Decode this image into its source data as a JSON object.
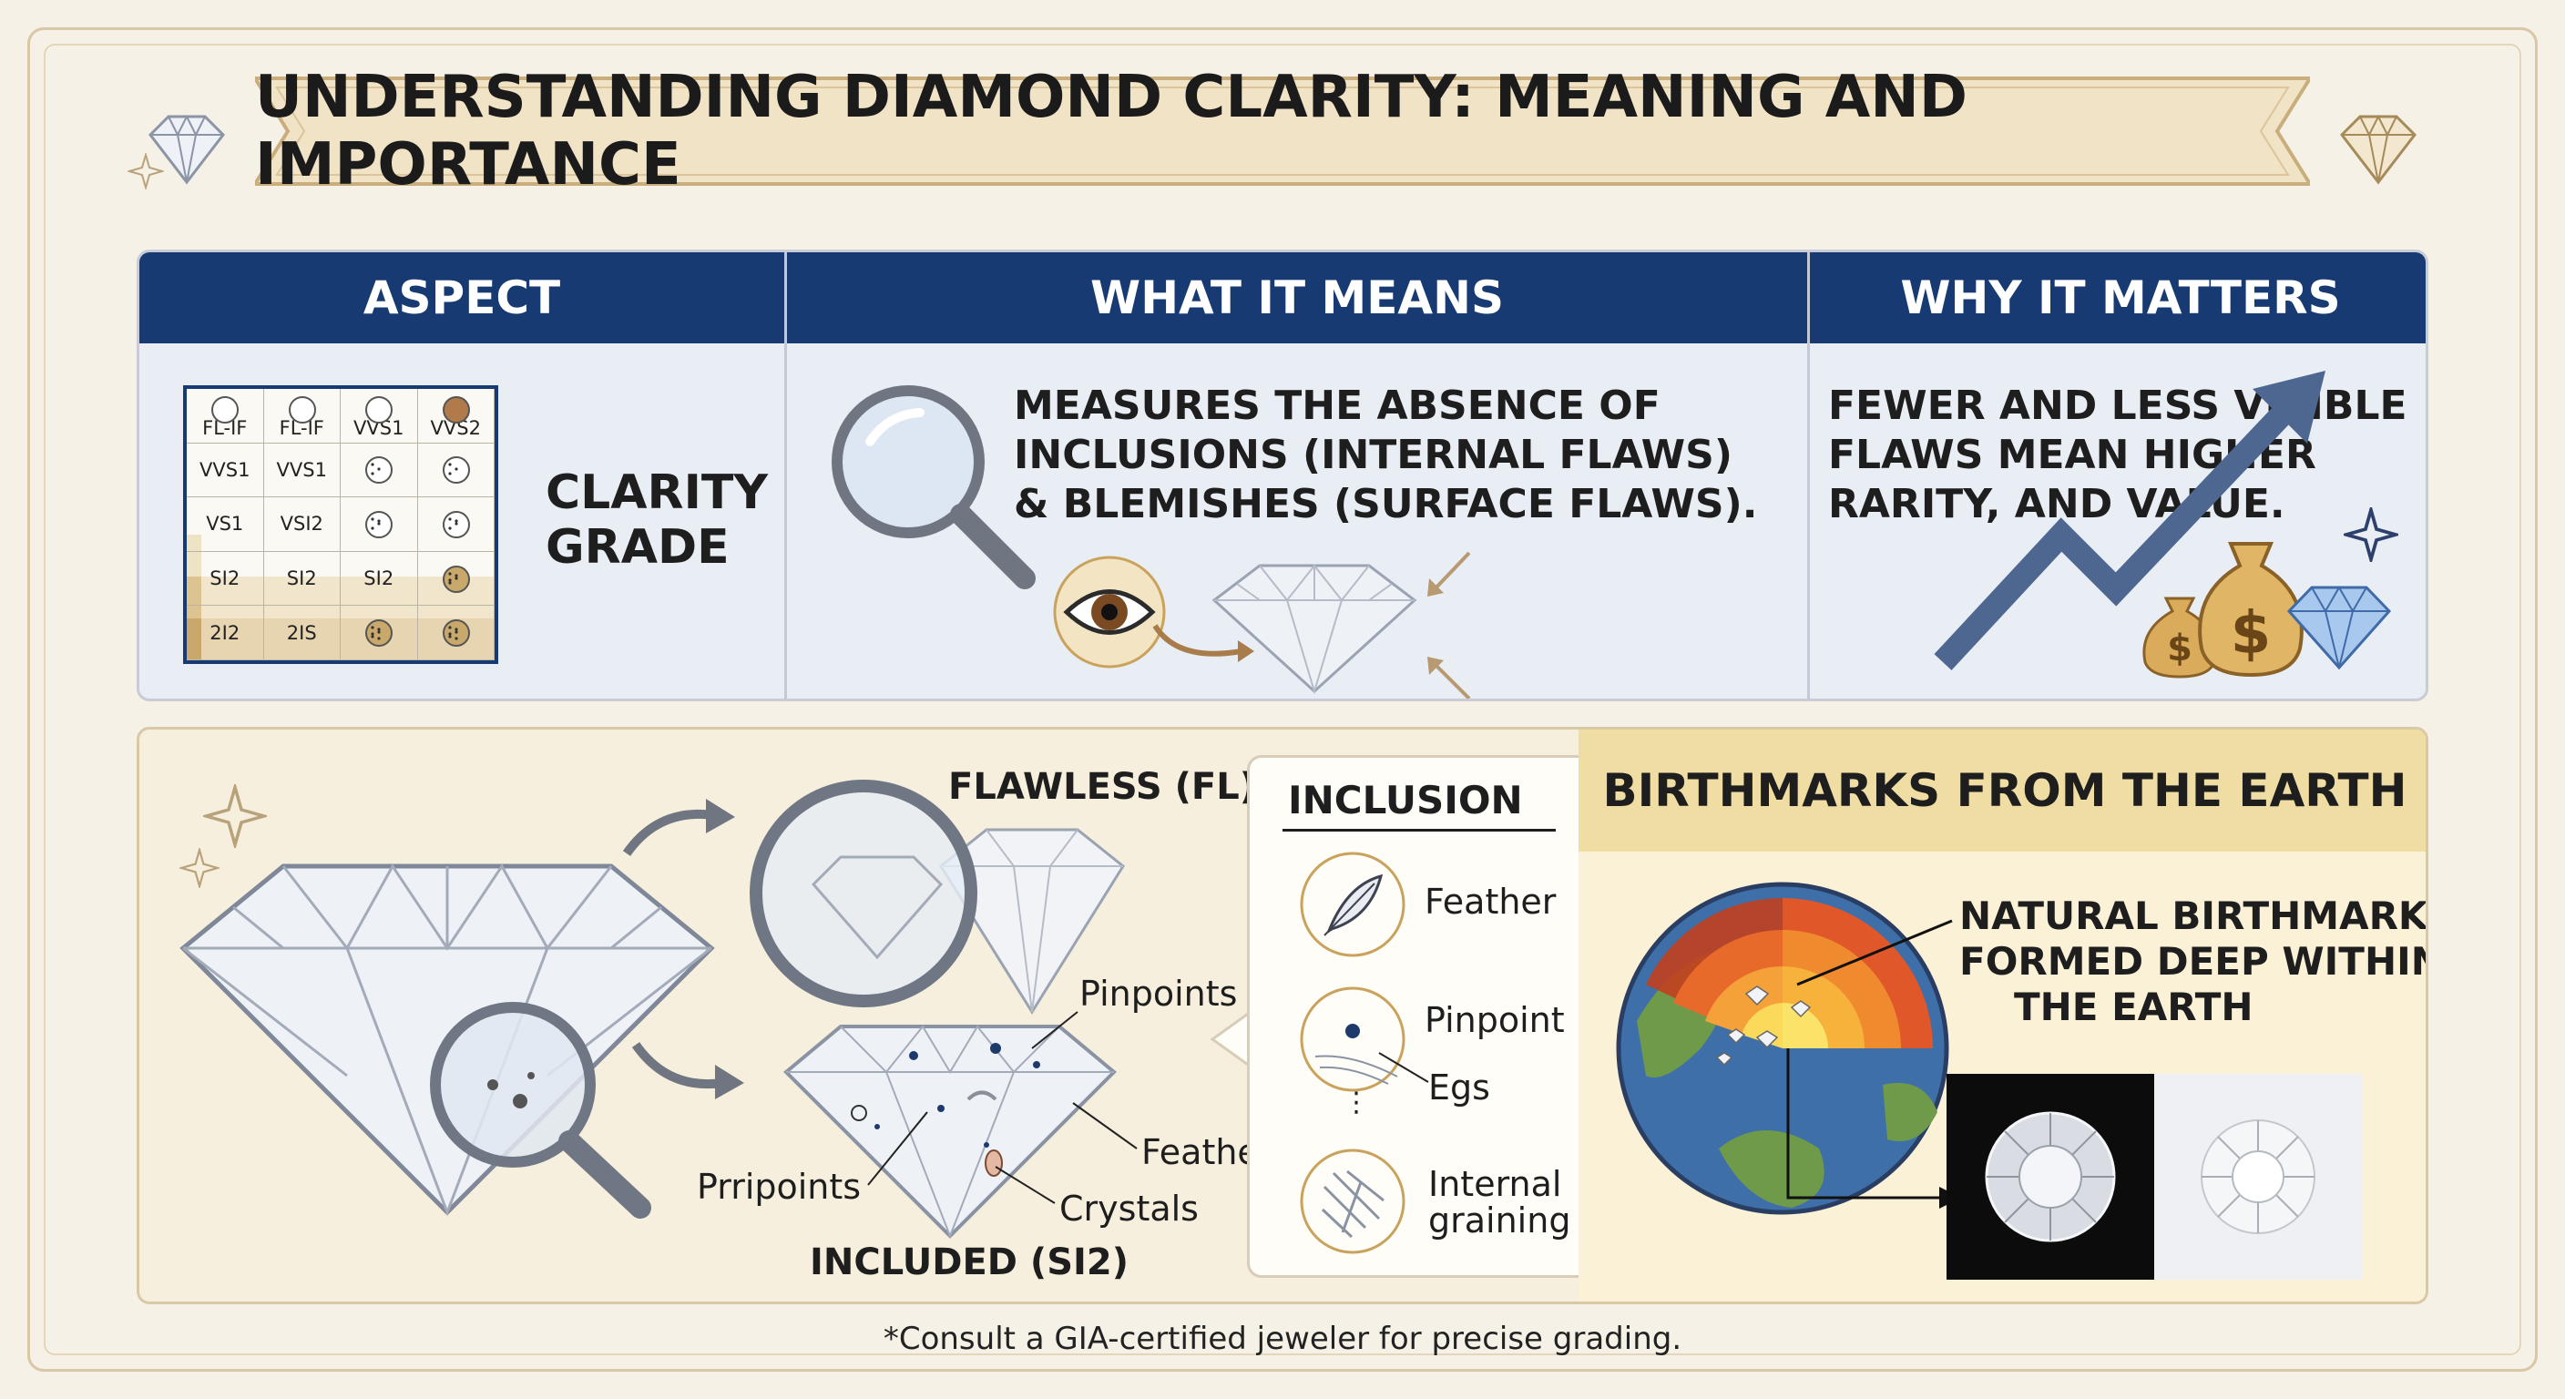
{
  "title": "UNDERSTANDING DIAMOND CLARITY: MEANING AND IMPORTANCE",
  "table": {
    "headers": [
      "ASPECT",
      "WHAT IT MEANS",
      "WHY IT MATTERS"
    ],
    "aspect_label_line1": "CLARITY",
    "aspect_label_line2": "GRADE",
    "meaning_lines": [
      "MEASURES THE ABSENCE OF",
      "INCLUSIONS (INTERNAL FLAWS)",
      "& BLEMISHES (SURFACE FLAWS)."
    ],
    "matters_lines": [
      "FEWER AND LESS VISIBLE",
      "FLAWS MEAN HIGHER",
      "RARITY, AND VALUE."
    ],
    "grade_grid": [
      [
        "FL-IF",
        "FL-IF",
        "VVS1",
        "VVS2"
      ],
      [
        "VVS1",
        "VVS1",
        "",
        ""
      ],
      [
        "VS1",
        "VSI2",
        "",
        ""
      ],
      [
        "SI2",
        "SI2",
        "SI2",
        ""
      ],
      [
        "2I2",
        "2IS",
        "",
        ""
      ]
    ],
    "money_symbol": "$"
  },
  "diagram": {
    "flawless_label": "FLAWLESS (FL)",
    "included_label": "INCLUDED (SI2)",
    "callouts": {
      "pinpoints_top": "Pinpoints",
      "pinpoints_left": "Prripoints",
      "feathers": "Feathers",
      "crystals": "Crystals"
    }
  },
  "inclusion": {
    "heading": "INCLUSION",
    "items": [
      "Feather",
      "Pinpoint",
      "Egs",
      "Internal",
      "graining"
    ]
  },
  "birthmarks": {
    "heading": "BIRTHMARKS FROM THE EARTH",
    "lines": [
      "NATURAL BIRTHMARKS",
      "FORMED DEEP WITHIN",
      "THE EARTH"
    ]
  },
  "footnote": "*Consult a GIA-certified jeweler for precise grading.",
  "colors": {
    "navy": "#173a73",
    "cream": "#f6f1e6",
    "gold": "#c9953a",
    "earth_orange": "#e0582a"
  }
}
